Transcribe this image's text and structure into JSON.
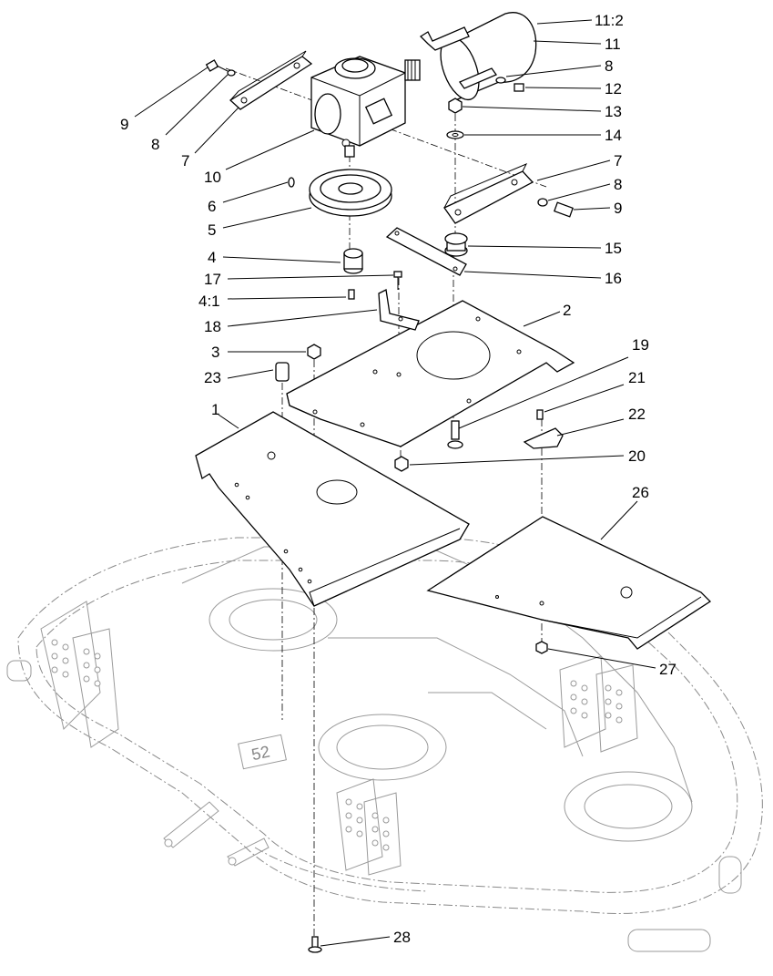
{
  "diagram": {
    "deck_stamp": "52",
    "callouts": [
      {
        "id": "c-11-2",
        "text": "11:2"
      },
      {
        "id": "c-11",
        "text": "11"
      },
      {
        "id": "c-8a",
        "text": "8"
      },
      {
        "id": "c-12",
        "text": "12"
      },
      {
        "id": "c-13",
        "text": "13"
      },
      {
        "id": "c-14",
        "text": "14"
      },
      {
        "id": "c-7a",
        "text": "7"
      },
      {
        "id": "c-8b",
        "text": "8"
      },
      {
        "id": "c-9a",
        "text": "9"
      },
      {
        "id": "c-15",
        "text": "15"
      },
      {
        "id": "c-16",
        "text": "16"
      },
      {
        "id": "c-2",
        "text": "2"
      },
      {
        "id": "c-19",
        "text": "19"
      },
      {
        "id": "c-21",
        "text": "21"
      },
      {
        "id": "c-22",
        "text": "22"
      },
      {
        "id": "c-20",
        "text": "20"
      },
      {
        "id": "c-26",
        "text": "26"
      },
      {
        "id": "c-27",
        "text": "27"
      },
      {
        "id": "c-28",
        "text": "28"
      },
      {
        "id": "c-9b",
        "text": "9"
      },
      {
        "id": "c-8c",
        "text": "8"
      },
      {
        "id": "c-7b",
        "text": "7"
      },
      {
        "id": "c-10",
        "text": "10"
      },
      {
        "id": "c-6",
        "text": "6"
      },
      {
        "id": "c-5",
        "text": "5"
      },
      {
        "id": "c-4",
        "text": "4"
      },
      {
        "id": "c-17",
        "text": "17"
      },
      {
        "id": "c-4-1",
        "text": "4:1"
      },
      {
        "id": "c-18",
        "text": "18"
      },
      {
        "id": "c-3",
        "text": "3"
      },
      {
        "id": "c-23",
        "text": "23"
      },
      {
        "id": "c-1",
        "text": "1"
      }
    ]
  }
}
